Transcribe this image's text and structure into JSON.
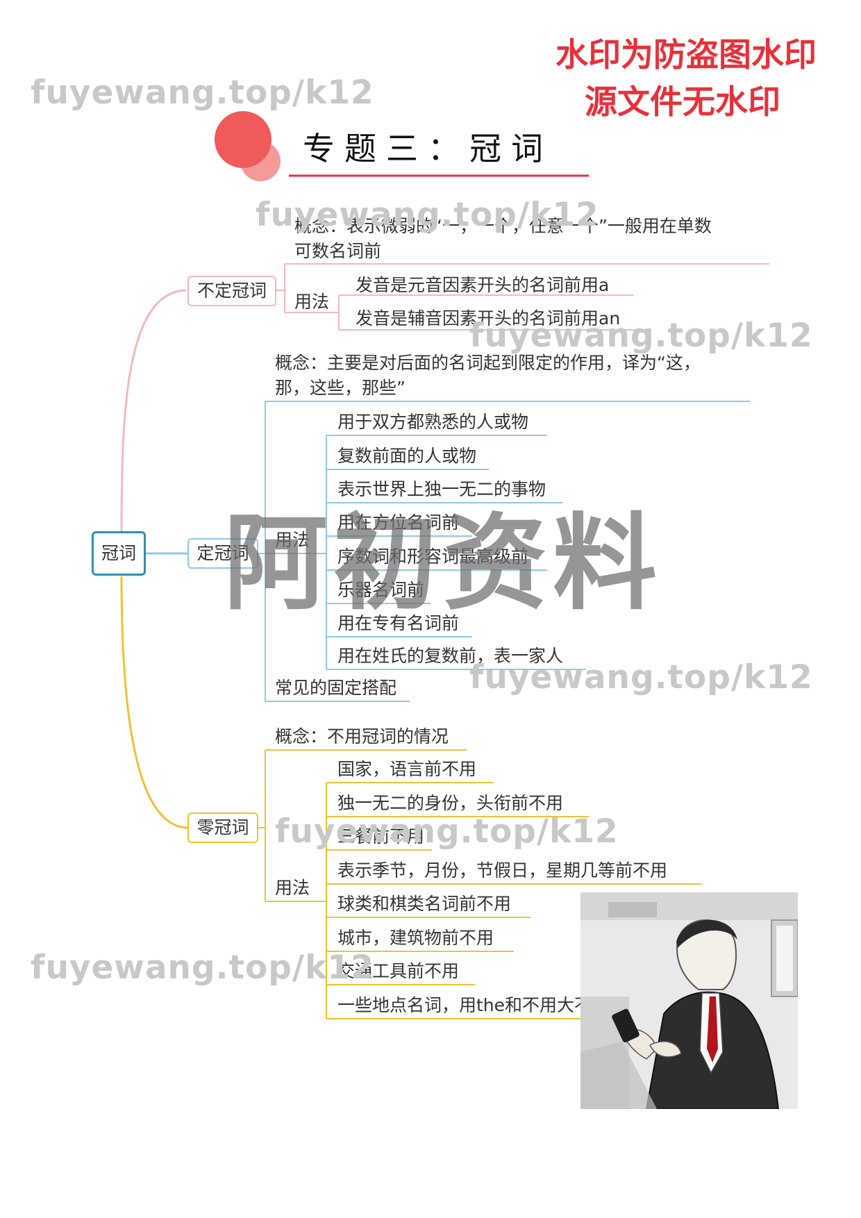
{
  "header": {
    "title": "专题三：冠词",
    "watermark_notice": [
      "水印为防盗图水印",
      "源文件无水印"
    ]
  },
  "watermarks": {
    "site": "fuyewang.top/k12",
    "center": "阿初资料"
  },
  "mindmap": {
    "root": "冠词",
    "indefinite": {
      "label": "不定冠词",
      "concept": [
        "概念：表示微弱的“一，一个，任意一个”一般用在单数",
        "可数名词前"
      ],
      "usage_label": "用法",
      "usage": [
        "发音是元音因素开头的名词前用a",
        "发音是辅音因素开头的名词前用an"
      ]
    },
    "definite": {
      "label": "定冠词",
      "concept": [
        "概念：主要是对后面的名词起到限定的作用，译为“这，",
        "那，这些，那些”"
      ],
      "usage_label": "用法",
      "usage": [
        "用于双方都熟悉的人或物",
        "复数前面的人或物",
        "表示世界上独一无二的事物",
        "用在方位名词前",
        "序数词和形容词最高级前",
        "乐器名词前",
        "用在专有名词前",
        "用在姓氏的复数前，表一家人"
      ],
      "fixed": "常见的固定搭配"
    },
    "zero": {
      "label": "零冠词",
      "concept": "概念：不用冠词的情况",
      "usage_label": "用法",
      "usage": [
        "国家，语言前不用",
        "独一无二的身份，头衔前不用",
        "三餐前不用",
        "表示季节，月份，节假日，星期几等前不用",
        "球类和棋类名词前不用",
        "城市，建筑物前不用",
        "交通工具前不用",
        "一些地点名词，用the和不用大不同"
      ]
    }
  },
  "colors": {
    "indefinite": "#f5b8b8",
    "definite": "#8ec9e8",
    "zero": "#f0c232",
    "root_border": "#2f8fb5",
    "title_circle": "#f05a5a",
    "title_line": "#e8313b"
  }
}
